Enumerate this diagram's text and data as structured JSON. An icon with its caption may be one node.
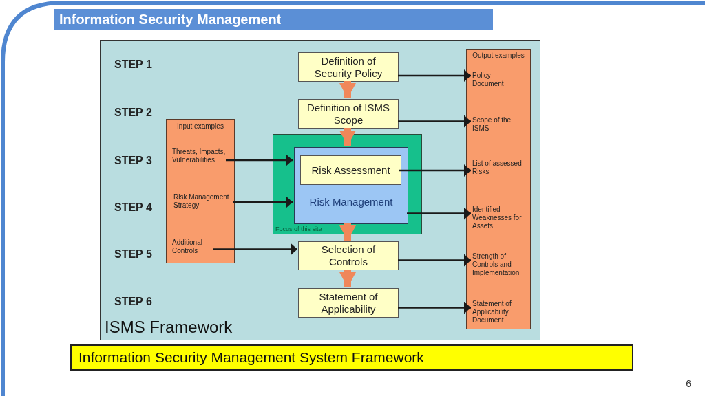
{
  "diagram": {
    "title": "Information Security Management",
    "caption": "Information Security Management System Framework",
    "nodes": [
      {
        "text": [
          "ISMS Framework"
        ]
      },
      {
        "text": [
          "Input examples"
        ],
        "in": 0
      },
      {
        "text": [
          "Threats, Impacts, Vulnerabilities"
        ],
        "in": 1
      },
      {
        "text": [
          "Risk Management Strategy"
        ],
        "in": 1
      },
      {
        "text": [
          "Additional Controls"
        ],
        "in": 1
      },
      {
        "text": [
          "Definition of Security Policy"
        ],
        "in": 0
      },
      {
        "text": [
          "Definition of ISMS Scope"
        ],
        "in": 0
      },
      {
        "text": [
          "Focus of this site"
        ],
        "in": 0
      },
      {
        "text": [
          "Risk Management"
        ],
        "in": 7
      },
      {
        "text": [
          "Risk Assessment"
        ],
        "in": 8
      },
      {
        "text": [
          "Selection of Controls"
        ],
        "in": 0
      },
      {
        "text": [
          "Statement of Applicability"
        ],
        "in": 0
      },
      {
        "text": [
          "Output examples"
        ],
        "in": 0
      },
      {
        "text": [
          "Policy Document"
        ],
        "in": 12
      },
      {
        "text": [
          "Scope of the ISMS"
        ],
        "in": 12
      },
      {
        "text": [
          "List of assessed Risks"
        ],
        "in": 12
      },
      {
        "text": [
          "Identified Weaknesses for Assets"
        ],
        "in": 12
      },
      {
        "text": [
          "Strength of Controls and Implementation"
        ],
        "in": 12
      },
      {
        "text": [
          "Statement of Applicability Document"
        ],
        "in": 12
      }
    ],
    "edges": [
      {
        "from": 5,
        "to": 6,
        "arrow": "to",
        "style": "thick",
        "color": "#f0875a"
      },
      {
        "from": 6,
        "to": 8,
        "arrow": "to",
        "style": "thick",
        "color": "#f0875a"
      },
      {
        "from": 8,
        "to": 10,
        "arrow": "to",
        "style": "thick",
        "color": "#f0875a"
      },
      {
        "from": 10,
        "to": 11,
        "arrow": "to",
        "style": "thick",
        "color": "#f0875a"
      },
      {
        "from": 2,
        "to": 8,
        "arrow": "to"
      },
      {
        "from": 3,
        "to": 8,
        "arrow": "to"
      },
      {
        "from": 4,
        "to": 10,
        "arrow": "to"
      },
      {
        "from": 5,
        "to": 13,
        "arrow": "to"
      },
      {
        "from": 6,
        "to": 14,
        "arrow": "to"
      },
      {
        "from": 9,
        "to": 15,
        "arrow": "to"
      },
      {
        "from": 8,
        "to": 16,
        "arrow": "to"
      },
      {
        "from": 10,
        "to": 17,
        "arrow": "to"
      },
      {
        "from": 11,
        "to": 18,
        "arrow": "to"
      }
    ],
    "labels": [
      "STEP 1",
      "STEP 2",
      "STEP 3",
      "STEP 4",
      "STEP 5",
      "STEP 6",
      "6"
    ]
  }
}
